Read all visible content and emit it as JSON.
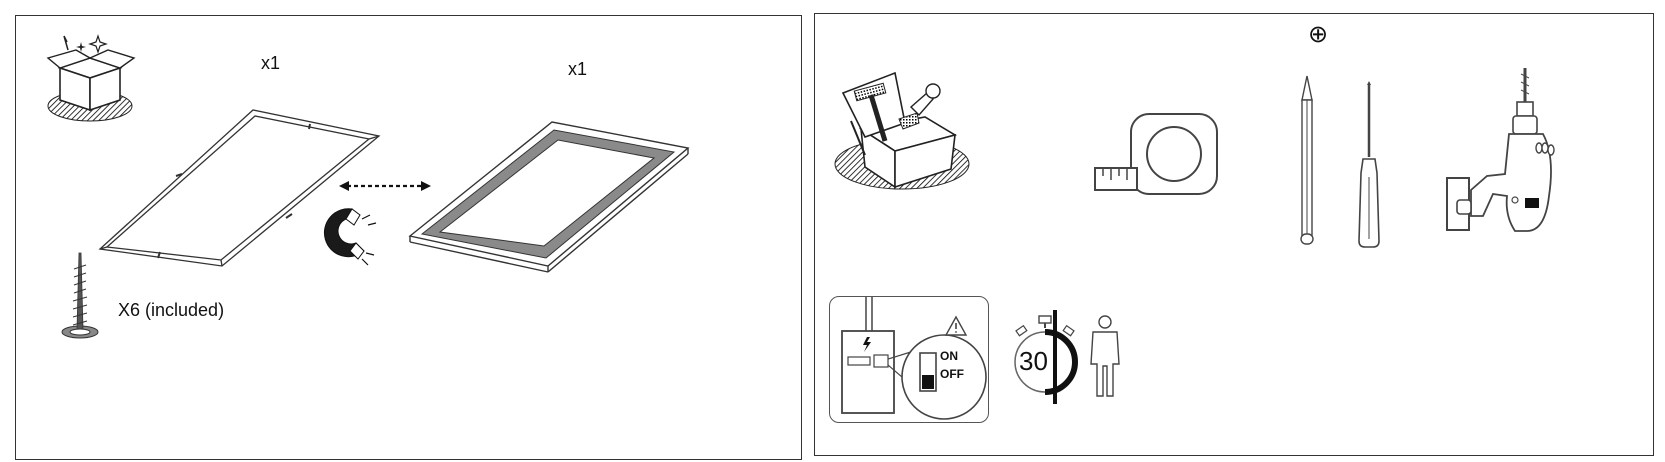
{
  "left_panel": {
    "frame_quantity": "x1",
    "panel_quantity": "x1",
    "screw_quantity": "X6 (included)",
    "icons": [
      "unbox-icon",
      "frame-kit-icon",
      "double-arrow-icon",
      "magnet-icon",
      "led-panel-icon",
      "screw-anchor-icon"
    ]
  },
  "right_panel": {
    "screw_head_symbol": "⊕",
    "time_minutes": "30",
    "breaker_on_label": "ON",
    "breaker_off_label": "OFF",
    "icons": [
      "toolbox-icon",
      "tape-measure-icon",
      "pencil-icon",
      "screwdriver-icon",
      "drill-icon",
      "power-off-icon",
      "timer-icon",
      "person-icon"
    ]
  }
}
